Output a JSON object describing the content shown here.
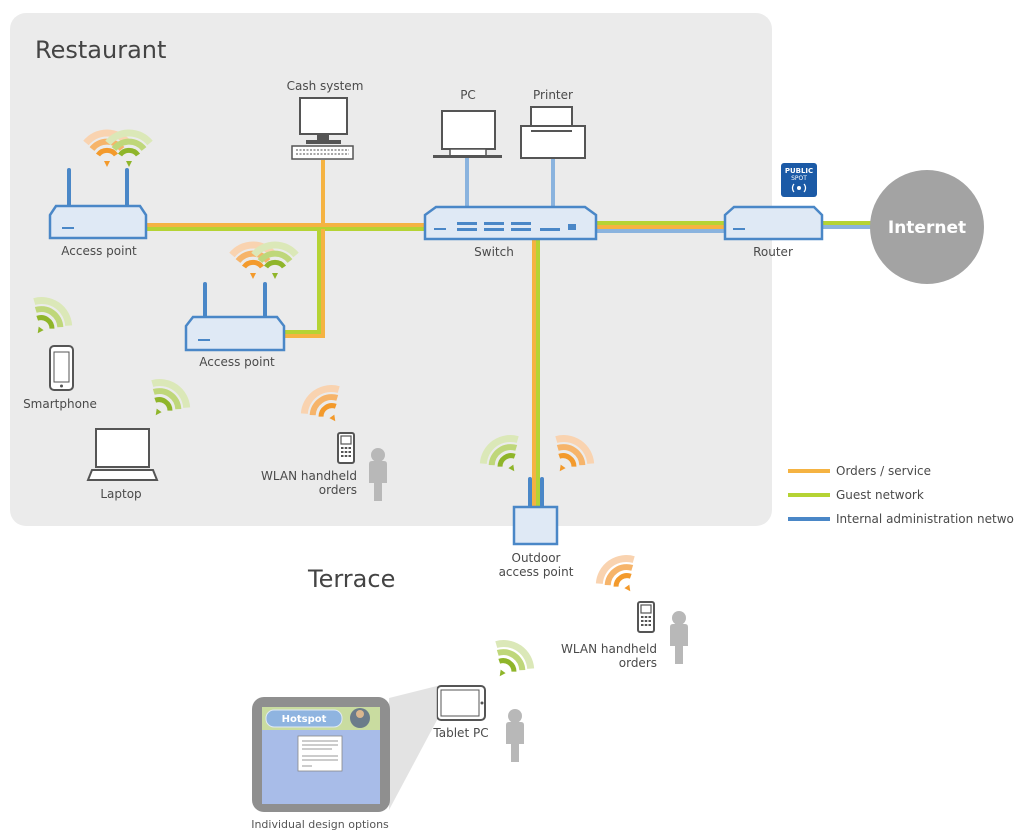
{
  "regions": {
    "restaurant": "Restaurant",
    "terrace": "Terrace"
  },
  "devices": {
    "cash_system": "Cash system",
    "pc": "PC",
    "printer": "Printer",
    "access_point_1": "Access point",
    "access_point_2": "Access point",
    "switch": "Switch",
    "router": "Router",
    "internet": "Internet",
    "smartphone": "Smartphone",
    "laptop": "Laptop",
    "handheld_inside_l1": "WLAN handheld",
    "handheld_inside_l2": "orders",
    "outdoor_ap_l1": "Outdoor",
    "outdoor_ap_l2": "access point",
    "handheld_terrace_l1": "WLAN handheld",
    "handheld_terrace_l2": "orders",
    "tablet": "Tablet PC",
    "design_caption": "Individual design options",
    "public_spot_l1": "PUBLIC",
    "public_spot_l2": "SPOT",
    "hotspot_banner": "Hotspot"
  },
  "legend": [
    {
      "label": "Orders / service",
      "color": "#f5b342"
    },
    {
      "label": "Guest network",
      "color": "#b5d334"
    },
    {
      "label": "Internal administration network",
      "color": "#4a87c7"
    }
  ],
  "colors": {
    "orders": "#f5b342",
    "guest": "#b5d334",
    "admin": "#4a87c7",
    "area": "#ebebeb",
    "device_blue": "#4a87c7",
    "person": "#b8b8b8"
  }
}
